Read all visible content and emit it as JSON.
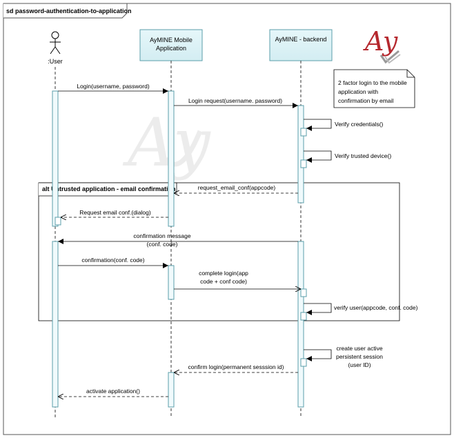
{
  "frame": {
    "title": "sd password-authentication-to-application"
  },
  "lifelines": {
    "user": {
      "label": ":User"
    },
    "mobile": {
      "line1": "AyMINE Mobile",
      "line2": "Application"
    },
    "backend": {
      "label": "AyMINE - backend"
    }
  },
  "logo": {
    "text": "Ay"
  },
  "note": {
    "lines": [
      "2 factor login to the mobile",
      "application with",
      "confirmation by email"
    ]
  },
  "alt": {
    "title": "alt Untrusted application - email confirmation"
  },
  "messages": {
    "m1": "Login(username, password)",
    "m2": "Login request(username. password)",
    "m3": "Verify credentials()",
    "m4": "Verify trusted device()",
    "m5": "request_email_conf(appcode)",
    "m6": "Request email conf.(dialog)",
    "m7": [
      "confirmation message",
      "(conf. code)"
    ],
    "m8": "confirmation(conf. code)",
    "m9": [
      "complete login(app",
      "code + conf code)"
    ],
    "m10": "verify user(appcode, conf. code)",
    "m11": [
      "create user active",
      "persistent session",
      "(user ID)"
    ],
    "m12": "confirm login(permanent sesssion id)",
    "m13": "activate application()"
  }
}
